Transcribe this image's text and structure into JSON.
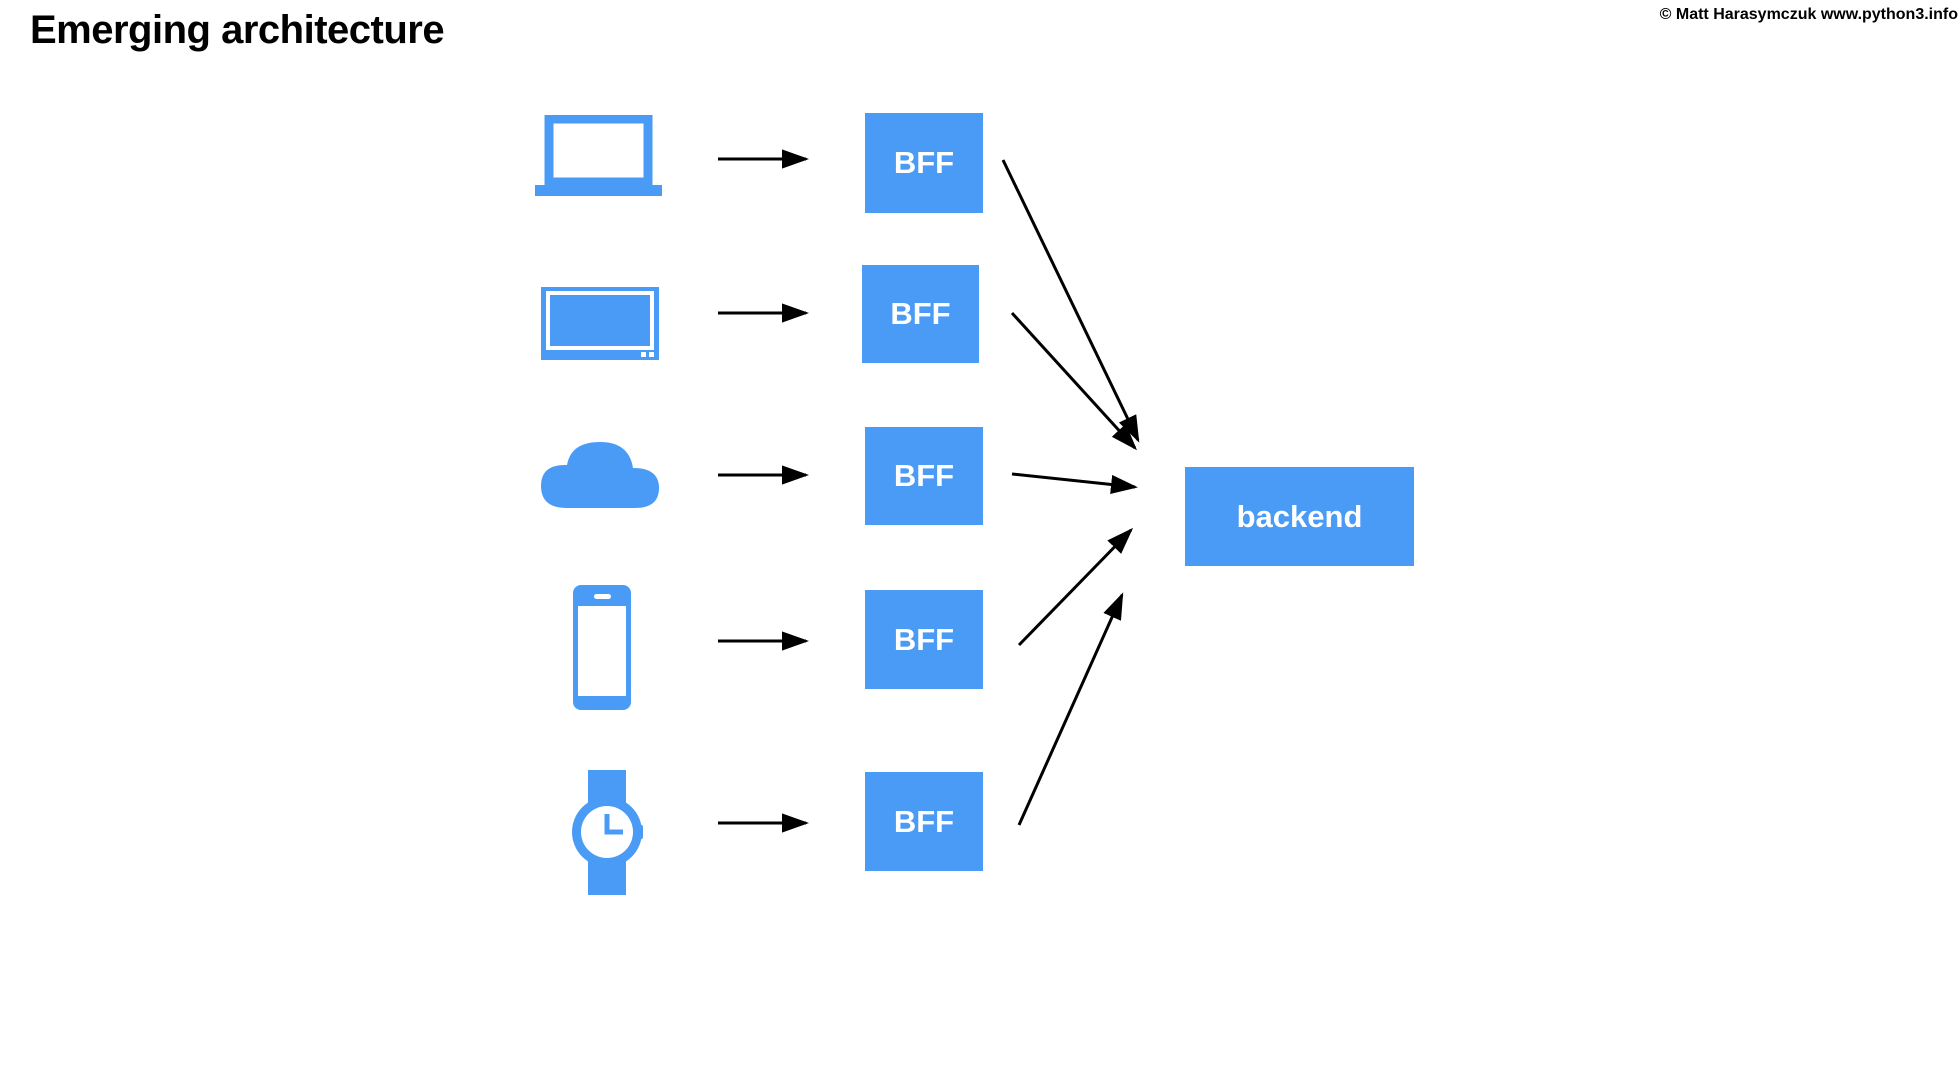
{
  "slide": {
    "title": "Emerging architecture",
    "copyright": "© Matt Harasymczuk www.python3.info",
    "background_color": "#ffffff",
    "accent_color": "#4a9bf5",
    "text_color": "#000000",
    "node_label_color": "#ffffff",
    "arrow_color": "#000000"
  },
  "diagram": {
    "type": "architecture-flow",
    "description": "Five client devices each connect to their own BFF (Backend For Frontend) service, and all BFF services connect to a single shared backend.",
    "devices": [
      {
        "icon": "laptop-icon",
        "name": "laptop"
      },
      {
        "icon": "tv-icon",
        "name": "tv"
      },
      {
        "icon": "cloud-icon",
        "name": "cloud"
      },
      {
        "icon": "smartphone-icon",
        "name": "smartphone"
      },
      {
        "icon": "smartwatch-icon",
        "name": "smartwatch"
      }
    ],
    "services": [
      {
        "label": "BFF"
      },
      {
        "label": "BFF"
      },
      {
        "label": "BFF"
      },
      {
        "label": "BFF"
      },
      {
        "label": "BFF"
      }
    ],
    "backend": {
      "label": "backend"
    },
    "connections": {
      "device_to_bff": "arrow-right",
      "bff_to_backend": "arrow-converging"
    }
  }
}
